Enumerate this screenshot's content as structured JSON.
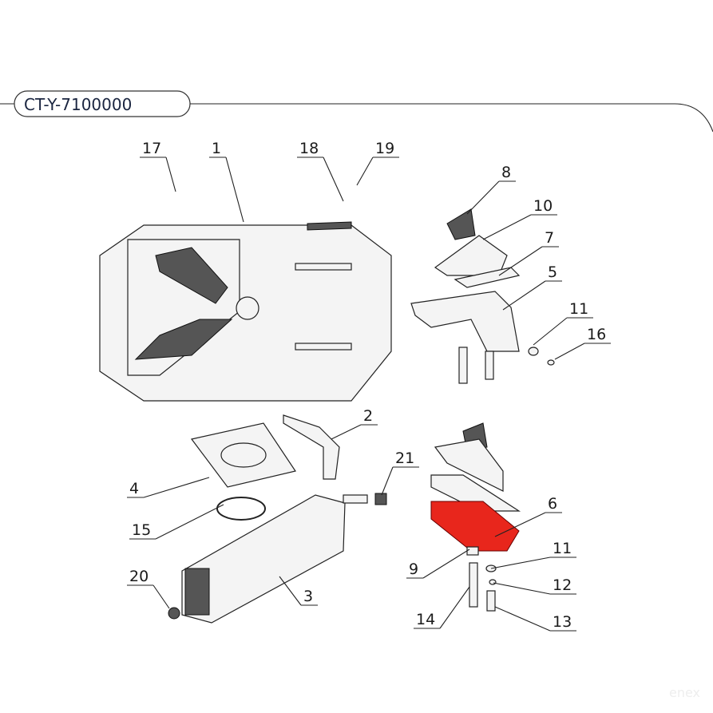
{
  "title": "CT-Y-7100000",
  "highlight_color": "#e8261c",
  "watermark": "enex",
  "callouts": [
    "17",
    "1",
    "18",
    "19",
    "8",
    "10",
    "7",
    "5",
    "11",
    "16",
    "2",
    "21",
    "4",
    "15",
    "6",
    "11",
    "9",
    "12",
    "3",
    "20",
    "14",
    "13"
  ]
}
